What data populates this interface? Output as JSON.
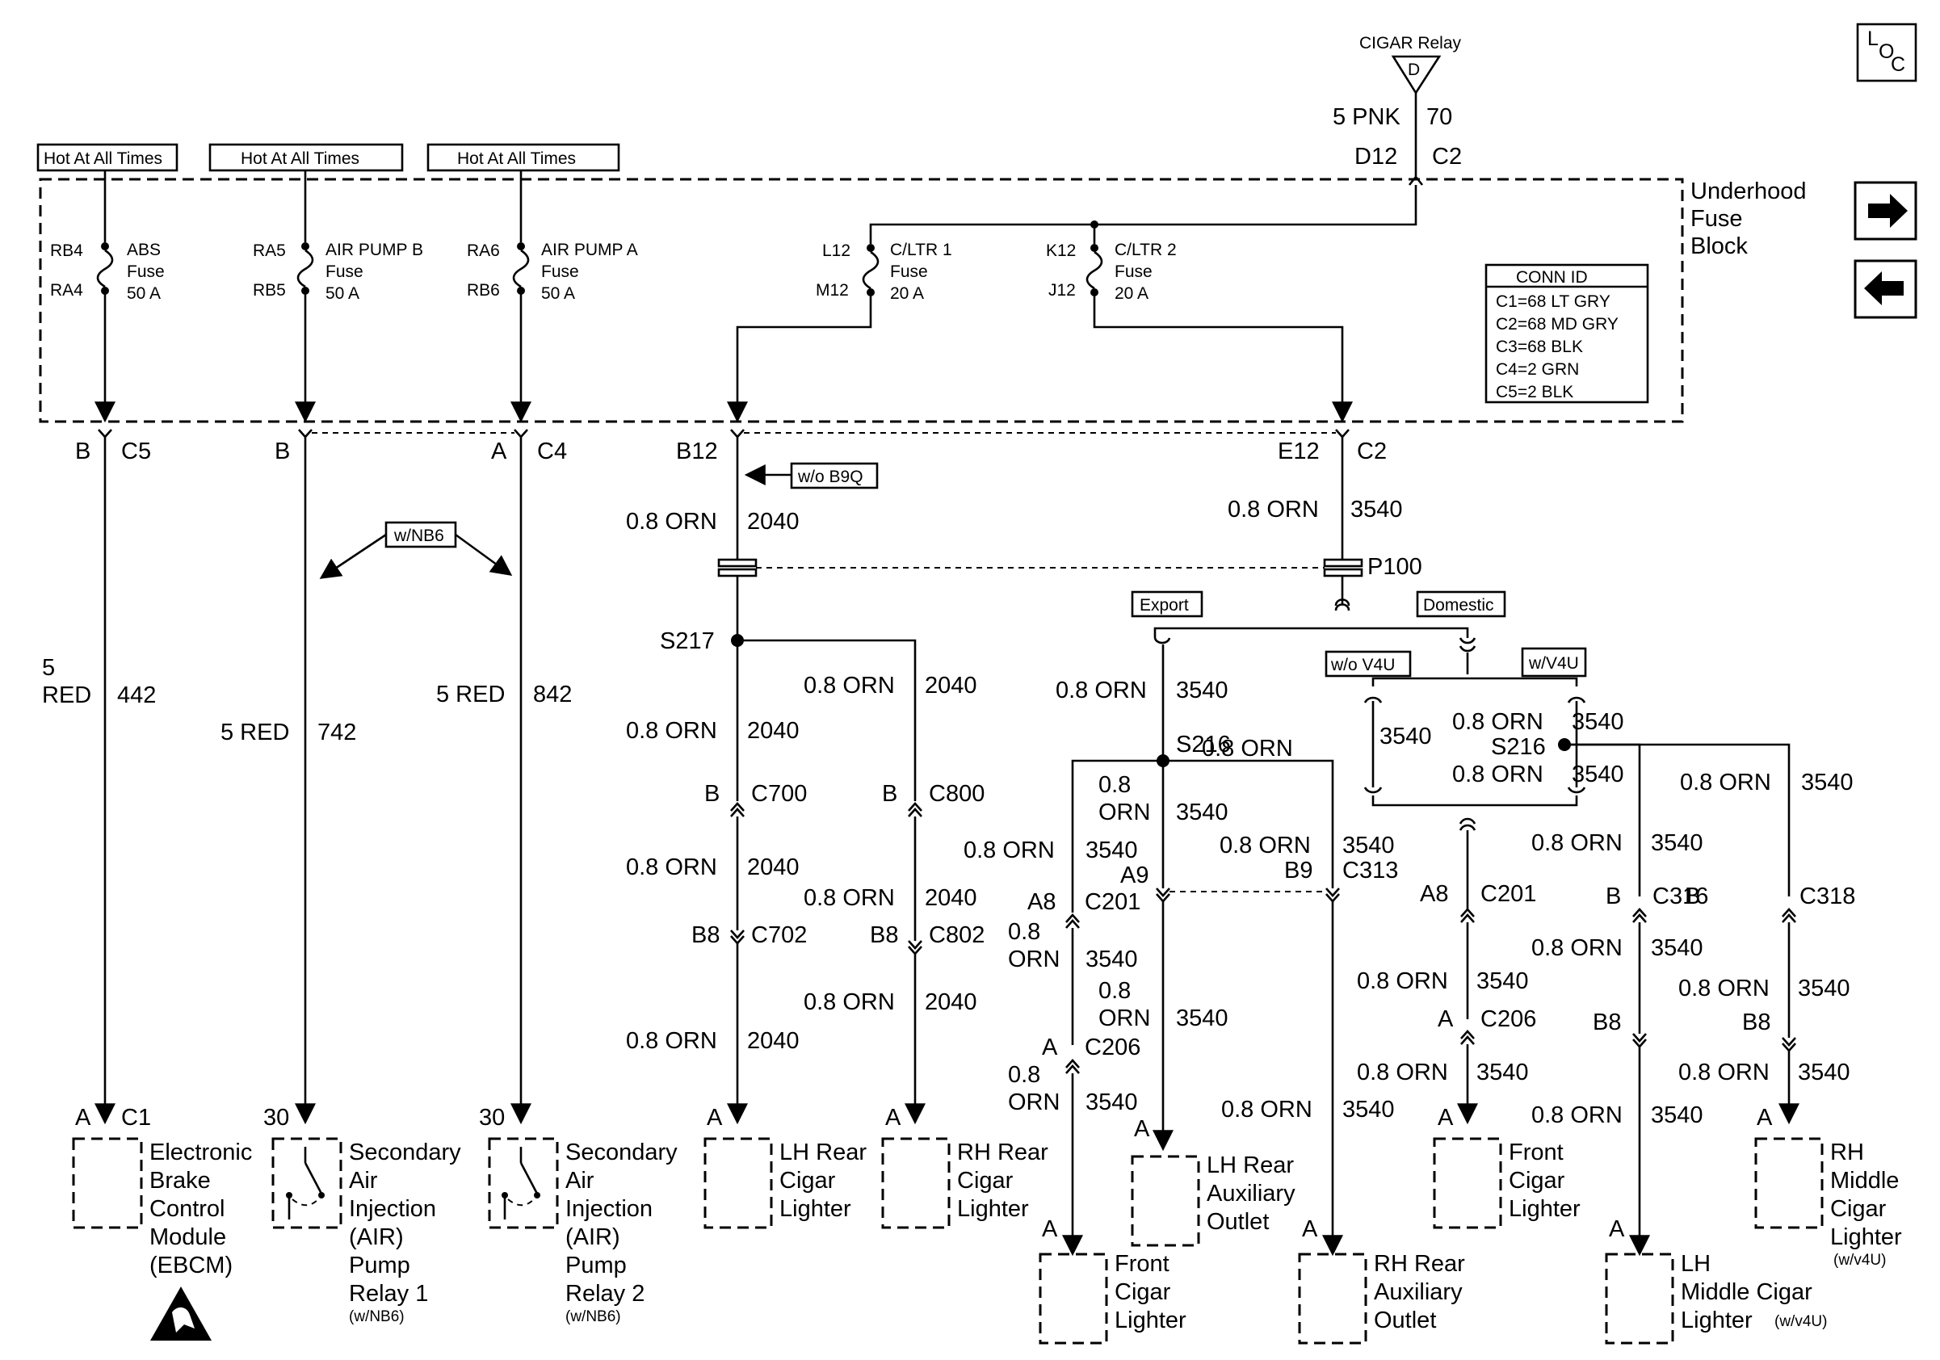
{
  "title_box": {
    "loc_l": "L",
    "loc_o": "O",
    "loc_c": "C"
  },
  "nav": {
    "next_icon": "arrow-right-icon",
    "prev_icon": "arrow-left-icon"
  },
  "relay": {
    "name": "CIGAR Relay",
    "letter": "D",
    "wire_size_color": "5 PNK",
    "circuit": "70",
    "pin_left": "D12",
    "pin_right": "C2"
  },
  "fuse_block": {
    "line1": "Underhood",
    "line2": "Fuse",
    "line3": "Block"
  },
  "hot_labels": {
    "h1": "Hot At All Times",
    "h2": "Hot At All Times",
    "h3": "Hot At All Times"
  },
  "fuses": [
    {
      "pin_top": "RB4",
      "pin_bot": "RA4",
      "name": "ABS",
      "word": "Fuse",
      "amps": "50 A"
    },
    {
      "pin_top": "RA5",
      "pin_bot": "RB5",
      "name": "AIR PUMP B",
      "word": "Fuse",
      "amps": "50 A"
    },
    {
      "pin_top": "RA6",
      "pin_bot": "RB6",
      "name": "AIR PUMP A",
      "word": "Fuse",
      "amps": "50 A"
    },
    {
      "pin_top": "L12",
      "pin_bot": "M12",
      "name": "C/LTR 1",
      "word": "Fuse",
      "amps": "20 A"
    },
    {
      "pin_top": "K12",
      "pin_bot": "J12",
      "name": "C/LTR 2",
      "word": "Fuse",
      "amps": "20 A"
    }
  ],
  "conn_id": {
    "title": "CONN ID",
    "rows": [
      "C1=68 LT GRY",
      "C2=68 MD GRY",
      "C3=68 BLK",
      "C4=2 GRN",
      "C5=2 BLK"
    ]
  },
  "options": {
    "nb6": "w/NB6",
    "b9q": "w/o B9Q",
    "export": "Export",
    "domestic": "Domestic",
    "wo_v4u": "w/o V4U",
    "w_v4u": "w/V4U"
  },
  "labels": {
    "b": "B",
    "a": "A",
    "c5": "C5",
    "c4": "C4",
    "b12": "B12",
    "e12": "E12",
    "c2": "C2",
    "red5": "5",
    "red": "RED",
    "c442": "442",
    "red5b": "5 RED",
    "c742": "742",
    "c842": "842",
    "orn": "0.8 ORN",
    "orn08": "0.8",
    "ornword": "ORN",
    "c2040": "2040",
    "c3540": "3540",
    "p100": "P100",
    "s217": "S217",
    "s216": "S216",
    "c700": "C700",
    "c800": "C800",
    "b8": "B8",
    "c702": "C702",
    "c802": "C802",
    "a9": "A9",
    "b9": "B9",
    "c313": "C313",
    "a8": "A8",
    "c201": "C201",
    "c206": "C206",
    "c316": "C316",
    "c318": "C318",
    "c1": "C1",
    "n30": "30"
  },
  "components": {
    "ebcm": [
      "Electronic",
      "Brake",
      "Control",
      "Module",
      "(EBCM)"
    ],
    "air1": [
      "Secondary",
      "Air",
      "Injection",
      "(AIR)",
      "Pump",
      "Relay 1",
      "(w/NB6)"
    ],
    "air2": [
      "Secondary",
      "Air",
      "Injection",
      "(AIR)",
      "Pump",
      "Relay 2",
      "(w/NB6)"
    ],
    "lhrear": [
      "LH Rear",
      "Cigar",
      "Lighter"
    ],
    "rhrear": [
      "RH Rear",
      "Cigar",
      "Lighter"
    ],
    "lhaux": [
      "LH Rear",
      "Auxiliary",
      "Outlet"
    ],
    "front1": [
      "Front",
      "Cigar",
      "Lighter"
    ],
    "rhaux": [
      "RH Rear",
      "Auxiliary",
      "Outlet"
    ],
    "front2": [
      "Front",
      "Cigar",
      "Lighter"
    ],
    "lhmid": [
      "LH",
      "Middle Cigar",
      "Lighter",
      "(w/v4U)"
    ],
    "rhmid": [
      "RH",
      "Middle",
      "Cigar",
      "Lighter",
      "(w/v4U)"
    ]
  },
  "esd_icon": "esd-warning-icon"
}
